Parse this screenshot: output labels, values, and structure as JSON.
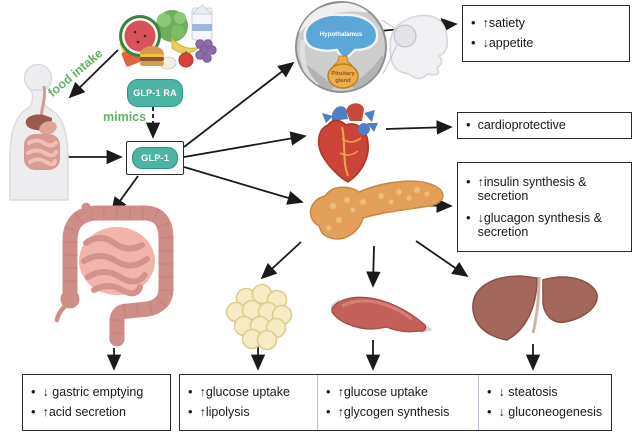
{
  "diagram": {
    "labels": {
      "food_intake": "food intake",
      "mimics": "mimics"
    },
    "nodes": {
      "glp1ra": "GLP-1 RA",
      "glp1": "GLP-1"
    },
    "brain_inset": {
      "hypothalamus": "Hypothalamus",
      "pituitary_line1": "Pituitary",
      "pituitary_line2": "gland"
    },
    "outcome_boxes": {
      "brain": [
        "↑satiety",
        "↓appetite"
      ],
      "heart": [
        "cardioprotective"
      ],
      "pancreas": [
        "↑insulin synthesis & secretion",
        "↓glucagon synthesis & secretion"
      ],
      "gut": [
        "↓ gastric emptying",
        "↑acid secretion"
      ],
      "adipose": [
        "↑glucose uptake",
        "↑lipolysis"
      ],
      "muscle": [
        "↑glucose uptake",
        "↑glycogen synthesis"
      ],
      "liver": [
        "↓ steatosis",
        "↓ gluconeogenesis"
      ]
    },
    "organ_icons": [
      "food-icon",
      "human-body-icon",
      "brain-hypothalamus-pituitary-icon",
      "heart-icon",
      "pancreas-icon",
      "intestine-icon",
      "adipose-tissue-icon",
      "skeletal-muscle-icon",
      "liver-icon"
    ],
    "colors": {
      "node_teal": "#4db3a2",
      "label_green": "#66b166",
      "box_border": "#2b2b2b",
      "arrow": "#1a1a1a"
    }
  }
}
